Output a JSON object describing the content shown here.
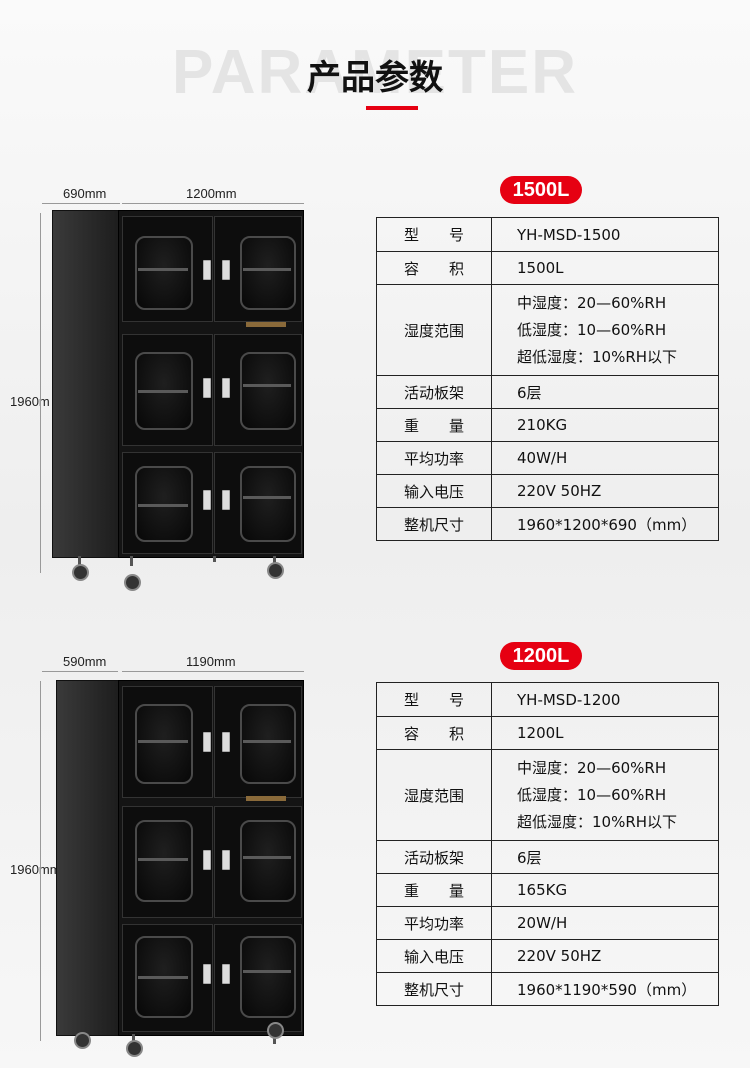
{
  "header": {
    "bg_word": "PARAMETER",
    "title": "产品参数"
  },
  "products": [
    {
      "badge": "1500L",
      "dims": {
        "depth": "690mm",
        "width": "1200mm",
        "height": "1960m"
      },
      "rows": [
        {
          "key": "型　　号",
          "values": [
            "YH-MSD-1500"
          ]
        },
        {
          "key": "容　　积",
          "values": [
            "1500L"
          ]
        },
        {
          "key": "湿度范围",
          "values": [
            "中湿度：20—60%RH",
            "低湿度：10—60%RH",
            "超低湿度：10%RH以下"
          ]
        },
        {
          "key": "活动板架",
          "values": [
            "6层"
          ]
        },
        {
          "key": "重　　量",
          "values": [
            "210KG"
          ]
        },
        {
          "key": "平均功率",
          "values": [
            "40W/H"
          ]
        },
        {
          "key": "输入电压",
          "values": [
            "220V 50HZ"
          ]
        },
        {
          "key": "整机尺寸",
          "values": [
            "1960*1200*690（mm）"
          ]
        }
      ]
    },
    {
      "badge": "1200L",
      "dims": {
        "depth": "590mm",
        "width": "1190mm",
        "height": "1960mm"
      },
      "rows": [
        {
          "key": "型　　号",
          "values": [
            "YH-MSD-1200"
          ]
        },
        {
          "key": "容　　积",
          "values": [
            "1200L"
          ]
        },
        {
          "key": "湿度范围",
          "values": [
            "中湿度：20—60%RH",
            "低湿度：10—60%RH",
            "超低湿度：10%RH以下"
          ]
        },
        {
          "key": "活动板架",
          "values": [
            "6层"
          ]
        },
        {
          "key": "重　　量",
          "values": [
            "165KG"
          ]
        },
        {
          "key": "平均功率",
          "values": [
            "20W/H"
          ]
        },
        {
          "key": "输入电压",
          "values": [
            "220V 50HZ"
          ]
        },
        {
          "key": "整机尺寸",
          "values": [
            "1960*1190*590（mm）"
          ]
        }
      ]
    }
  ],
  "colors": {
    "accent": "#e60012",
    "cabinet": "#141414"
  }
}
